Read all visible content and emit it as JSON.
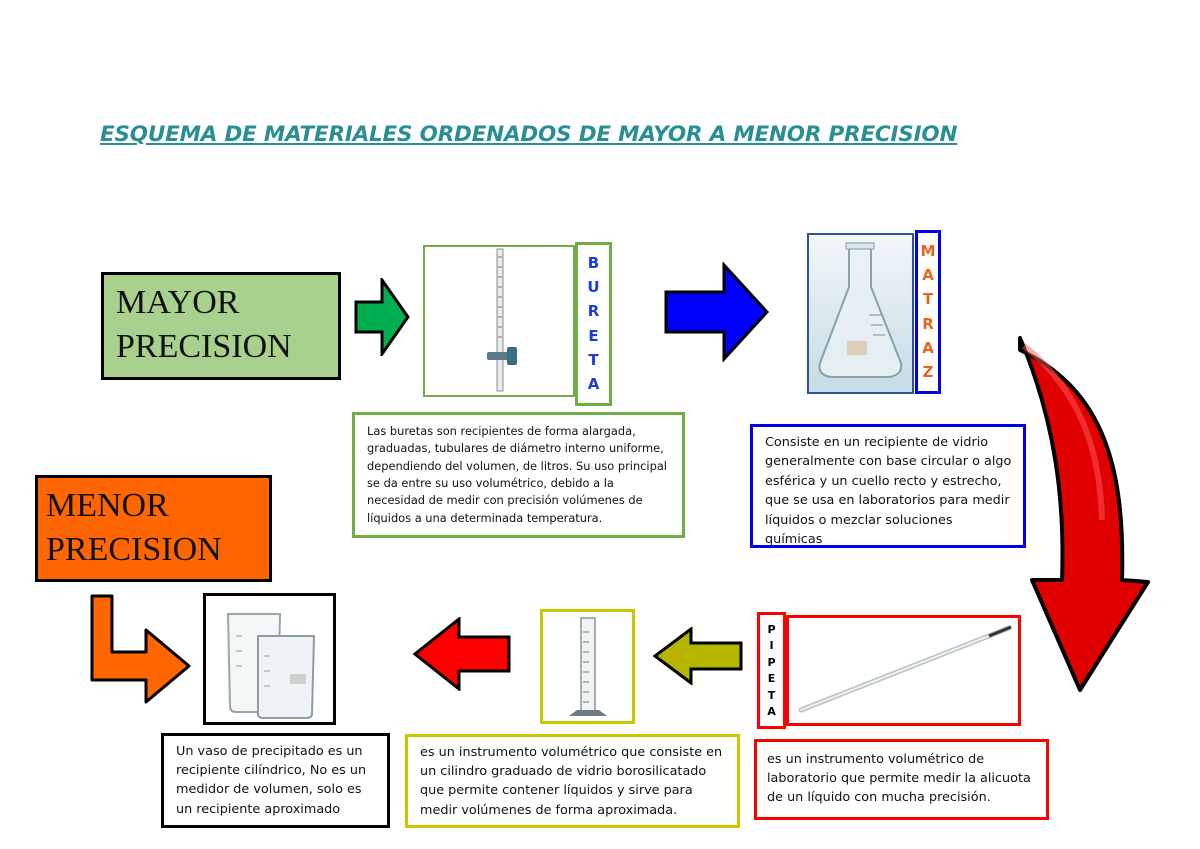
{
  "title": "ESQUEMA DE MATERIALES ORDENADOS DE MAYOR A MENOR PRECISION",
  "mayor": {
    "line1": "MAYOR",
    "line2": "PRECISION"
  },
  "menor": {
    "line1": "MENOR",
    "line2": "PRECISION"
  },
  "bureta": {
    "letters": [
      "B",
      "U",
      "R",
      "E",
      "T",
      "A"
    ],
    "text": "Las buretas son recipientes de forma alargada, graduadas, tubulares de diámetro interno uniforme, dependiendo del volumen, de litros. Su uso principal se da entre su uso volumétrico, debido a la necesidad de medir con precisión volúmenes de líquidos a una determinada temperatura."
  },
  "matraz": {
    "letters": [
      "M",
      "A",
      "T",
      "R",
      "A",
      "Z"
    ],
    "text": "Consiste en un recipiente de vidrio generalmente con base circular o algo esférica y un cuello recto y estrecho, que se usa en laboratorios para medir líquidos o mezclar soluciones químicas"
  },
  "pipeta": {
    "letters": [
      "P",
      "I",
      "P",
      "E",
      "T",
      "A"
    ],
    "text": "es un instrumento volumétrico de laboratorio que permite medir la alicuota de un líquido con mucha precisión."
  },
  "probeta": {
    "text": "es un instrumento volumétrico que consiste en un cilindro graduado de vidrio borosilicatado que permite contener líquidos y sirve para medir volúmenes de forma aproximada."
  },
  "vaso": {
    "text": "Un vaso de precipitado es un recipiente cilíndrico, No es un medidor de volumen, solo es un recipiente aproximado"
  },
  "colors": {
    "title": "#2a8f93",
    "mayor_fill": "#a9d18e",
    "menor_fill": "#ff6600",
    "bureta_border": "#70ad47",
    "matraz_border": "#0000ee",
    "matraz_img_border": "#2f5597",
    "pipeta_border": "#ff0000",
    "probeta_border": "#c8c800",
    "arrow_green": "#00b050",
    "arrow_blue": "#0000ff",
    "arrow_red": "#ff0000",
    "arrow_olive": "#b5b500",
    "arrow_orange": "#ff6600",
    "curve_red": "#e00000"
  }
}
